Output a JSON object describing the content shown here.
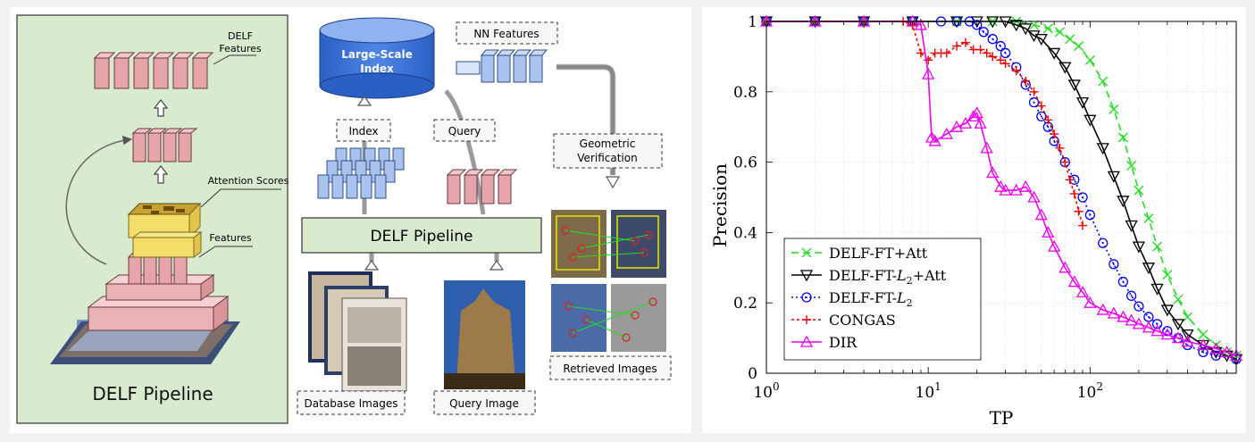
{
  "left": {
    "pipeline_title": "DELF Pipeline",
    "delf_features_line1": "DELF",
    "delf_features_line2": "Features",
    "attention_scores": "Attention Scores",
    "features": "Features",
    "large_scale_line1": "Large-Scale",
    "large_scale_line2": "Index",
    "nn_features": "NN Features",
    "index": "Index",
    "query": "Query",
    "geometric_line1": "Geometric",
    "geometric_line2": "Verification",
    "center_pipeline": "DELF Pipeline",
    "database_images": "Database Images",
    "query_image": "Query Image",
    "retrieved_images": "Retrieved Images"
  },
  "chart_data": {
    "type": "line",
    "xlabel": "TP",
    "ylabel": "Precision",
    "xscale": "log",
    "xlim": [
      1,
      800
    ],
    "ylim": [
      0,
      1
    ],
    "xticks": [
      "10^0",
      "10^1",
      "10^2"
    ],
    "yticks": [
      "0",
      "0.2",
      "0.4",
      "0.6",
      "0.8",
      "1"
    ],
    "grid": true,
    "legend_position": "bottom-left",
    "series": [
      {
        "name": "DELF-FT+Att",
        "color": "#22dd22",
        "dash": "8,5",
        "marker": "x",
        "x": [
          1,
          2,
          4,
          8,
          15,
          25,
          35,
          45,
          55,
          65,
          75,
          85,
          100,
          120,
          140,
          160,
          180,
          200,
          230,
          260,
          300,
          350,
          400,
          500,
          600,
          700,
          800
        ],
        "y": [
          1,
          1,
          1,
          1,
          1,
          1,
          1,
          0.99,
          0.98,
          0.97,
          0.95,
          0.93,
          0.89,
          0.83,
          0.75,
          0.67,
          0.59,
          0.52,
          0.44,
          0.36,
          0.28,
          0.21,
          0.16,
          0.11,
          0.08,
          0.06,
          0.05
        ]
      },
      {
        "name": "DELF-FT-L2+Att",
        "color": "#000000",
        "dash": "",
        "marker": "tri-down",
        "x": [
          1,
          2,
          4,
          8,
          15,
          20,
          25,
          30,
          35,
          40,
          45,
          50,
          60,
          70,
          80,
          90,
          100,
          120,
          140,
          160,
          180,
          200,
          230,
          260,
          300,
          350,
          400,
          500,
          600,
          700,
          800
        ],
        "y": [
          1,
          1,
          1,
          1,
          1,
          1,
          1,
          1,
          0.99,
          0.98,
          0.96,
          0.95,
          0.91,
          0.87,
          0.82,
          0.77,
          0.72,
          0.64,
          0.56,
          0.49,
          0.42,
          0.36,
          0.3,
          0.24,
          0.18,
          0.14,
          0.11,
          0.08,
          0.06,
          0.05,
          0.04
        ]
      },
      {
        "name": "DELF-FT-L2",
        "color": "#0000ee",
        "dash": "2,3",
        "marker": "o",
        "x": [
          1,
          2,
          4,
          8,
          12,
          15,
          18,
          20,
          22,
          25,
          28,
          30,
          35,
          40,
          45,
          50,
          55,
          60,
          70,
          80,
          90,
          100,
          120,
          140,
          160,
          180,
          200,
          230,
          260,
          300,
          350,
          400,
          500,
          600,
          800
        ],
        "y": [
          1,
          1,
          1,
          1,
          1,
          1,
          1,
          0.99,
          0.97,
          0.95,
          0.93,
          0.91,
          0.87,
          0.82,
          0.77,
          0.73,
          0.7,
          0.66,
          0.6,
          0.55,
          0.5,
          0.45,
          0.37,
          0.31,
          0.26,
          0.22,
          0.19,
          0.16,
          0.14,
          0.12,
          0.1,
          0.08,
          0.06,
          0.05,
          0.04
        ]
      },
      {
        "name": "CONGAS",
        "color": "#ee0000",
        "dash": "3,3",
        "marker": "+",
        "x": [
          1,
          2,
          4,
          7,
          8,
          9,
          10,
          11,
          12,
          13,
          15,
          17,
          19,
          21,
          23,
          25,
          28,
          30,
          35,
          40,
          45,
          50,
          55,
          60,
          65,
          70,
          75,
          80,
          85,
          90
        ],
        "y": [
          1,
          1,
          1,
          1,
          0.99,
          0.91,
          0.89,
          0.91,
          0.91,
          0.91,
          0.93,
          0.94,
          0.92,
          0.92,
          0.91,
          0.9,
          0.89,
          0.88,
          0.86,
          0.83,
          0.8,
          0.76,
          0.72,
          0.68,
          0.64,
          0.6,
          0.55,
          0.51,
          0.46,
          0.42
        ]
      },
      {
        "name": "DIR",
        "color": "#ee00ee",
        "dash": "",
        "marker": "tri-up",
        "x": [
          1,
          2,
          4,
          8,
          9,
          10,
          10.5,
          11,
          13,
          15,
          17,
          19,
          20,
          21,
          23,
          25,
          28,
          30,
          35,
          40,
          45,
          50,
          55,
          60,
          70,
          80,
          90,
          100,
          120,
          140,
          160,
          180,
          200,
          230,
          260,
          300,
          350,
          400,
          500,
          600,
          700,
          800
        ],
        "y": [
          1,
          1,
          1,
          1,
          0.99,
          0.85,
          0.67,
          0.66,
          0.68,
          0.7,
          0.71,
          0.73,
          0.74,
          0.71,
          0.64,
          0.57,
          0.53,
          0.52,
          0.52,
          0.53,
          0.5,
          0.45,
          0.4,
          0.36,
          0.3,
          0.26,
          0.23,
          0.2,
          0.18,
          0.17,
          0.16,
          0.15,
          0.14,
          0.13,
          0.12,
          0.11,
          0.1,
          0.09,
          0.08,
          0.07,
          0.06,
          0.05
        ]
      }
    ]
  }
}
